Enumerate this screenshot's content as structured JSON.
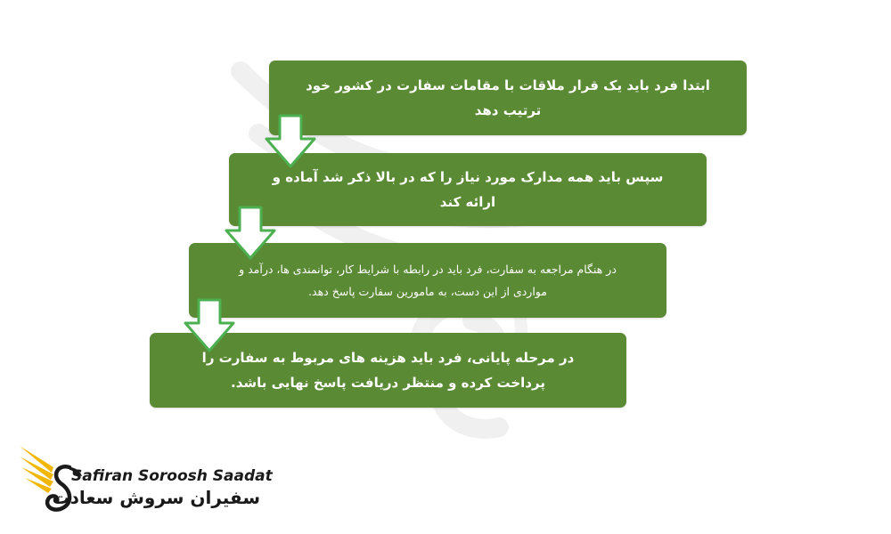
{
  "steps": [
    {
      "text": "ابتدا فرد باید یک قرار ملاقات با مقامات سفارت در کشور خود ترتیب دهد"
    },
    {
      "text": "سپس باید همه مدارک مورد نیاز را که در بالا ذکر شد آماده و ارائه کند"
    },
    {
      "text": "در هنگام مراجعه به سفارت، فرد باید در رابطه با شرایط کار، توانمندی ها، درآمد و مواردی از این دست، به مامورین سفارت پاسخ دهد."
    },
    {
      "text": "در مرحله پایانی، فرد باید هزینه های مربوط به سفارت را پرداخت کرده و منتظر دریافت پاسخ نهایی باشد."
    }
  ],
  "logo": {
    "name_en": "Safiran Soroosh Saadat",
    "name_fa": "سفیران سروش سعادت"
  },
  "colors": {
    "box": "#5a8a34",
    "arrow_fill": "#ffffff",
    "arrow_stroke": "#4caf50",
    "logo_wing": "#f2b705"
  },
  "icons": {
    "arrow": "down-arrow-icon",
    "logo": "bird-wing-logo-icon",
    "watermark": "feather-watermark-icon"
  }
}
